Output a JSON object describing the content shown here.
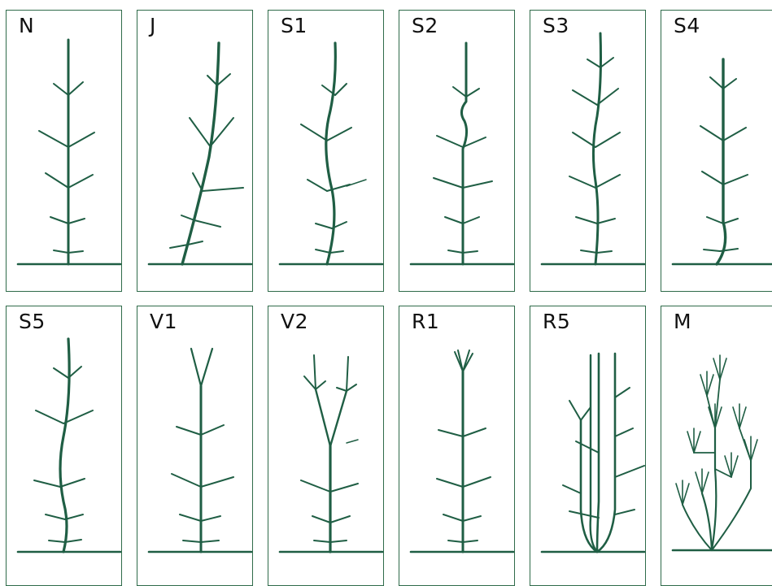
{
  "colors": {
    "frame": "#2f6b4a",
    "drawing": "#1f5e44",
    "label": "#111111"
  },
  "panels": [
    {
      "label": "N",
      "form": "straight"
    },
    {
      "label": "J",
      "form": "leaning"
    },
    {
      "label": "S1",
      "form": "s-curve"
    },
    {
      "label": "S2",
      "form": "kink-top"
    },
    {
      "label": "S3",
      "form": "slight-wave"
    },
    {
      "label": "S4",
      "form": "base-bend"
    },
    {
      "label": "S5",
      "form": "mid-bend"
    },
    {
      "label": "V1",
      "form": "fork-top"
    },
    {
      "label": "V2",
      "form": "fork-mid"
    },
    {
      "label": "R1",
      "form": "multi-tip"
    },
    {
      "label": "R5",
      "form": "multi-stem"
    },
    {
      "label": "M",
      "form": "bushy"
    }
  ]
}
